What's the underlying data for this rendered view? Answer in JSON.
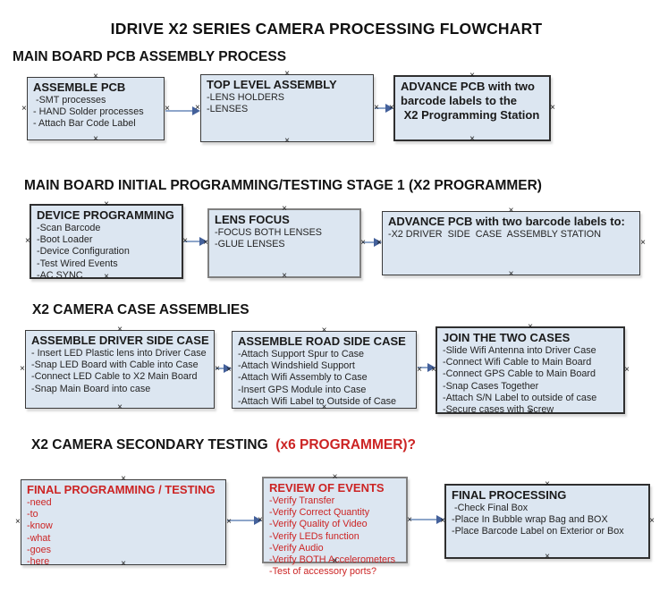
{
  "title": "IDRIVE X2  SERIES CAMERA PROCESSING FLOWCHART",
  "colors": {
    "box_fill": "#dce6f1",
    "arrow_line": "#8ea6ca",
    "arrow_head": "#44619b",
    "accent_red": "#cc2424",
    "text_black": "#1a1a1a"
  },
  "sections": [
    {
      "heading": "MAIN BOARD PCB ASSEMBLY PROCESS",
      "boxes": [
        {
          "title": "ASSEMBLE PCB",
          "items": [
            " -SMT processes",
            "- HAND Solder processes",
            "- Attach Bar Code Label"
          ]
        },
        {
          "title": "TOP LEVEL ASSEMBLY",
          "items": [
            "-LENS HOLDERS",
            "-LENSES"
          ]
        },
        {
          "title": "ADVANCE PCB with two\nbarcode labels to the\n X2 Programming Station",
          "items": []
        }
      ]
    },
    {
      "heading": "MAIN BOARD INITIAL PROGRAMMING/TESTING STAGE 1 (X2 PROGRAMMER)",
      "boxes": [
        {
          "title": "DEVICE PROGRAMMING",
          "items": [
            "-Scan Barcode",
            "-Boot Loader",
            "-Device Configuration",
            "-Test Wired Events",
            "-AC SYNC"
          ]
        },
        {
          "title": "LENS FOCUS",
          "items": [
            "-FOCUS BOTH LENSES",
            "-GLUE LENSES"
          ]
        },
        {
          "title": "ADVANCE PCB with two barcode labels to:",
          "items": [
            "-X2 DRIVER  SIDE  CASE  ASSEMBLY STATION"
          ]
        }
      ]
    },
    {
      "heading": "X2 CAMERA CASE ASSEMBLIES",
      "boxes": [
        {
          "title": "ASSEMBLE DRIVER SIDE CASE",
          "items": [
            "- Insert LED Plastic lens into Driver Case",
            "-Snap LED Board with Cable into Case",
            "-Connect LED Cable to X2 Main Board",
            "-Snap Main Board into case"
          ]
        },
        {
          "title": "ASSEMBLE ROAD SIDE CASE",
          "items": [
            "-Attach Support Spur to Case",
            "-Attach Windshield Support",
            "-Attach Wifi Assembly to Case",
            "-Insert GPS Module into Case",
            "-Attach Wifi Label to Outside of Case"
          ]
        },
        {
          "title": "JOIN THE TWO CASES",
          "items": [
            "-Slide Wifi Antenna into Driver Case",
            "-Connect Wifi Cable to Main Board",
            "-Connect GPS Cable to Main Board",
            "-Snap Cases Together",
            "-Attach S/N Label to outside of case",
            "-Secure cases with Screw"
          ]
        }
      ]
    },
    {
      "heading": "X2 CAMERA SECONDARY TESTING  ",
      "heading_accent": "(x6 PROGRAMMER)?",
      "boxes": [
        {
          "title": "FINAL PROGRAMMING / TESTING",
          "items": [
            "-need",
            "-to",
            "-know",
            "-what",
            "-goes",
            "-here"
          ],
          "text_color": "#cc2424"
        },
        {
          "title": "REVIEW OF EVENTS",
          "items": [
            "-Verify Transfer",
            "-Verify Correct Quantity",
            "-Verify Quality of Video",
            "-Verify LEDs function",
            "-Verify Audio",
            "-Verify BOTH Accelerometers",
            "-Test of accessory ports?"
          ],
          "text_color": "#cc2424"
        },
        {
          "title": "FINAL PROCESSING",
          "items": [
            " -Check Final Box",
            "-Place In Bubble wrap Bag and BOX",
            "-Place Barcode Label on Exterior or Box"
          ]
        }
      ]
    }
  ]
}
